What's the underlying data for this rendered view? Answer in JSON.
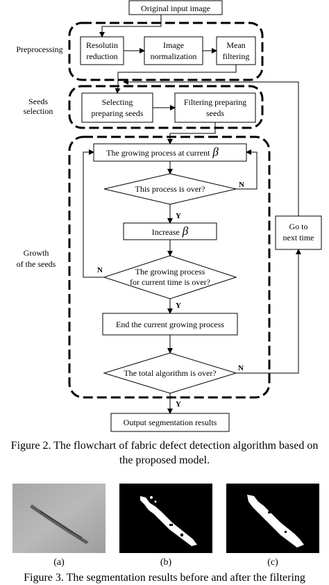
{
  "flowchart": {
    "nodes": {
      "original": "Original input image",
      "resolution": [
        "Resolutin",
        "reduction"
      ],
      "normalization": [
        "Image",
        "normalization"
      ],
      "mean": [
        "Mean",
        "filtering"
      ],
      "selecting": [
        "Selecting",
        "preparing seeds"
      ],
      "filtering": [
        "Filtering preparing",
        "seeds"
      ],
      "growing": "The growing process at current",
      "process_over": "This process is over?",
      "increase": "Increase",
      "growing_over": [
        "The growing process",
        "for current time is over?"
      ],
      "end_current": "End the current growing process",
      "total_over": "The total algorithm is over?",
      "next_time": [
        "Go to",
        "next time"
      ],
      "output": "Output segmentation results",
      "beta": "β"
    },
    "groups": {
      "preprocessing": "Preprocessing",
      "seeds": [
        "Seeds",
        "selection"
      ],
      "growth": [
        "Growth",
        "of the seeds"
      ]
    },
    "edges": {
      "yes": "Y",
      "no": "N"
    }
  },
  "figure2_caption": {
    "line1": "Figure 2.   The flowchart of fabric defect detection algorithm based on",
    "line2": "the proposed model."
  },
  "figure3": {
    "labels": [
      "(a)",
      "(b)",
      "(c)"
    ],
    "caption": "Figure 3.   The segmentation results before and after the filtering"
  }
}
